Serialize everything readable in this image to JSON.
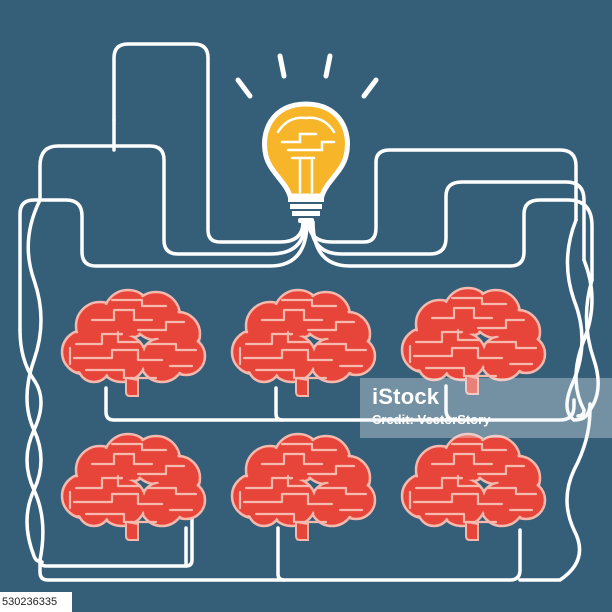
{
  "watermark": {
    "logo_text": "iStock",
    "credit_text": "Credit: VectorStory"
  },
  "image_id": "530236335",
  "colors": {
    "background": "#355e79",
    "wire": "#ffffff",
    "brain": "#e8453a",
    "brain_outline": "#f5b9ae",
    "bulb": "#f7b52a",
    "bulb_outline": "#ffffff"
  },
  "icons": [
    "light-bulb-icon",
    "brain-icon"
  ]
}
